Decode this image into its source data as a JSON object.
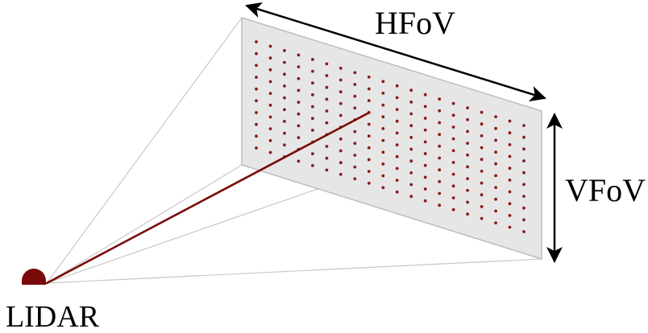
{
  "labels": {
    "horizontal_fov": "HFoV",
    "vertical_fov": "VFoV",
    "sensor": "LIDAR"
  },
  "colors": {
    "beam": "#7a0a0a",
    "points": "#8b1a1a",
    "sensor": "#7a0a0a",
    "plane_fill": "#e6e6e6",
    "plane_stroke": "#bdbdbd",
    "frustum_lines": "#c8c8c8",
    "arrows": "#000000",
    "text": "#000000"
  },
  "point_grid": {
    "rows": 10,
    "columns": 20
  }
}
